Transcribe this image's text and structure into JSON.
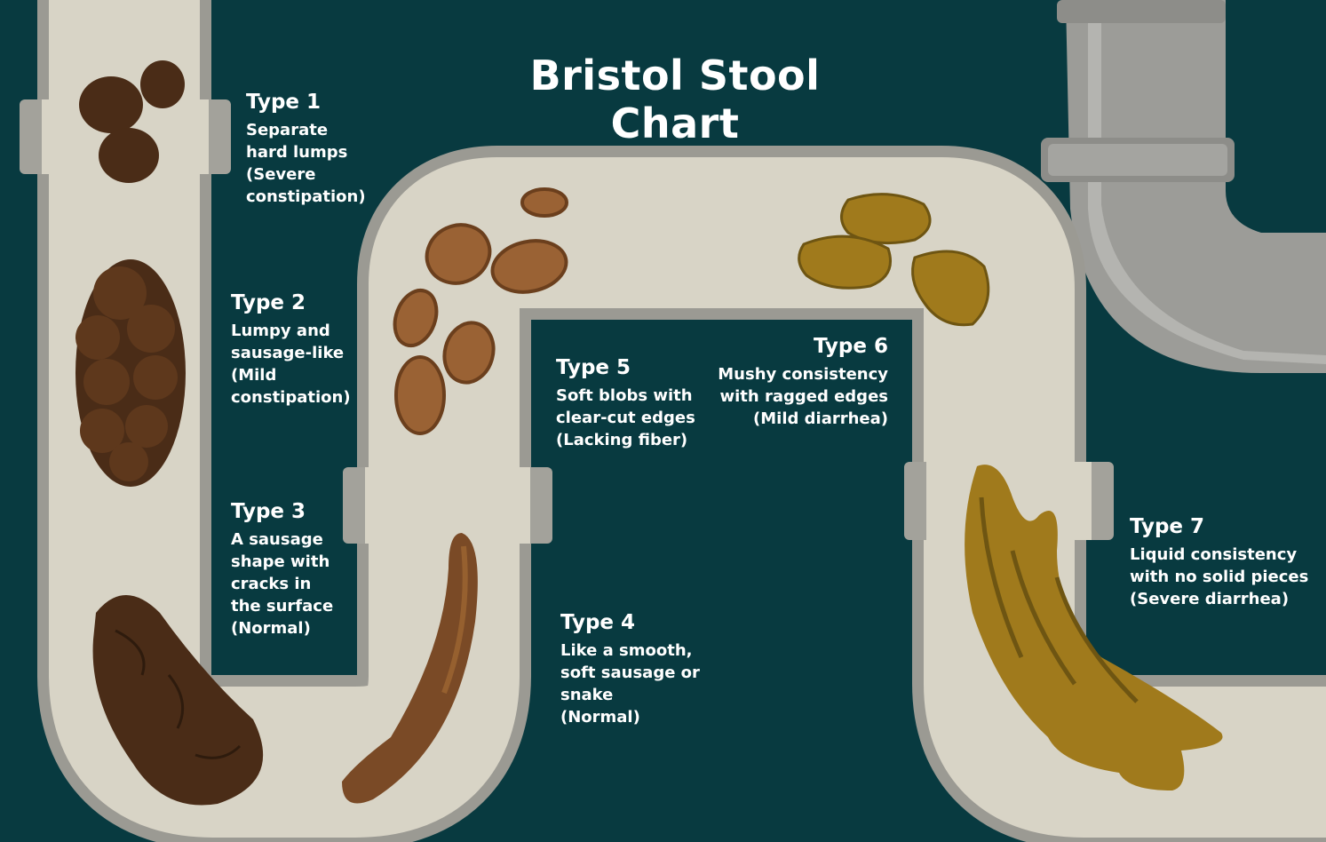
{
  "title": "Bristol Stool Chart",
  "colors": {
    "background": "#083a40",
    "pipe": "#d8d4c6",
    "pipe_edge": "#9b9a93",
    "metal_pipe": "#9c9c98",
    "dark_brown": "#4a2c17",
    "medium_brown": "#7a4a26",
    "light_brown": "#9a6234",
    "mustard": "#a07a1c",
    "text": "#ffffff"
  },
  "types": [
    {
      "label": "Type 1",
      "description": "Separate\nhard lumps\n(Severe\nconstipation)"
    },
    {
      "label": "Type 2",
      "description": "Lumpy and\nsausage-like\n(Mild\nconstipation)"
    },
    {
      "label": "Type 3",
      "description": "A sausage\nshape with\ncracks in\nthe surface\n(Normal)"
    },
    {
      "label": "Type 4",
      "description": "Like a smooth,\nsoft sausage or\nsnake\n(Normal)"
    },
    {
      "label": "Type 5",
      "description": "Soft blobs with\nclear-cut edges\n(Lacking fiber)"
    },
    {
      "label": "Type 6",
      "description": "Mushy consistency\nwith ragged edges\n(Mild diarrhea)"
    },
    {
      "label": "Type 7",
      "description": "Liquid consistency\nwith no solid pieces\n(Severe diarrhea)"
    }
  ]
}
